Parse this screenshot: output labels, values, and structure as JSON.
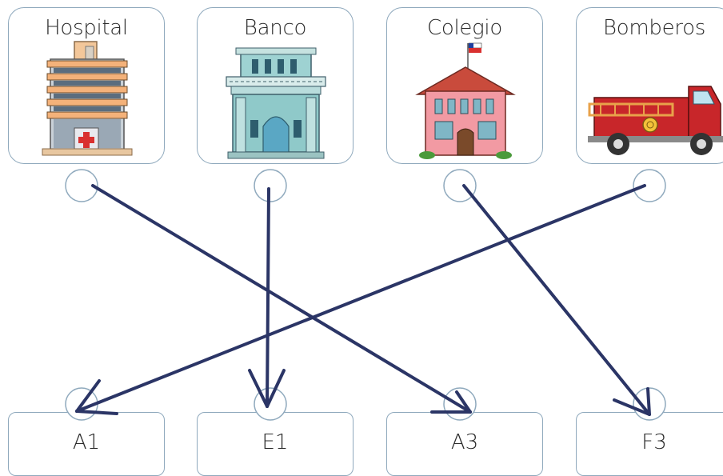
{
  "top_items": [
    {
      "label": "Hospital",
      "icon": "hospital-icon"
    },
    {
      "label": "Banco",
      "icon": "bank-icon"
    },
    {
      "label": "Colegio",
      "icon": "school-icon"
    },
    {
      "label": "Bomberos",
      "icon": "fire-truck-icon"
    }
  ],
  "bottom_items": [
    {
      "label": "A1"
    },
    {
      "label": "E1"
    },
    {
      "label": "A3"
    },
    {
      "label": "F3"
    }
  ],
  "connections": [
    {
      "from": "Hospital",
      "to": "A3"
    },
    {
      "from": "Banco",
      "to": "E1"
    },
    {
      "from": "Colegio",
      "to": "F3"
    },
    {
      "from": "Bomberos",
      "to": "A1"
    }
  ],
  "colors": {
    "arrow": "#2b3566",
    "card_border": "#8fa9bd",
    "circle_border": "#8fa9bd"
  }
}
